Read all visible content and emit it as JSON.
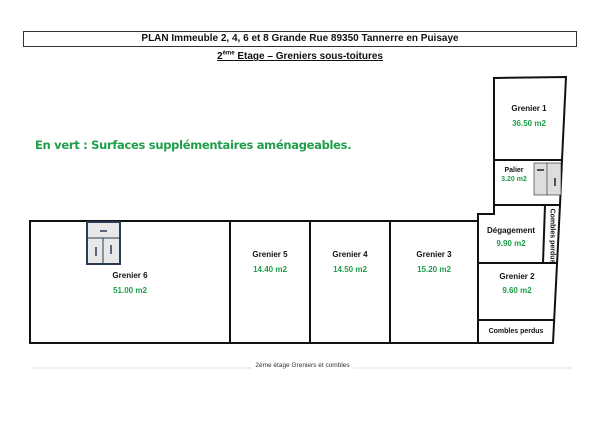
{
  "header": {
    "title": "PLAN Immeuble 2, 4, 6 et 8 Grande Rue 89350 Tannerre en Puisaye",
    "subtitle_num": "2",
    "subtitle_sup": "ème",
    "subtitle_rest": " Etage – Greniers sous-toitures"
  },
  "legend": "En vert : Surfaces supplémentaires aménageables.",
  "rooms": [
    {
      "name": "Grenier 1",
      "area": "36.50 m2"
    },
    {
      "name": "Palier",
      "area": "3.20 m2"
    },
    {
      "name": "Dégagement",
      "area": "9.90 m2"
    },
    {
      "name": "Combles perdus"
    },
    {
      "name": "Grenier 2",
      "area": "9.60 m2"
    },
    {
      "name": "Combles perdus"
    },
    {
      "name": "Grenier 3",
      "area": "15.20 m2"
    },
    {
      "name": "Grenier 4",
      "area": "14.50 m2"
    },
    {
      "name": "Grenier 5",
      "area": "14.40 m2"
    },
    {
      "name": "Grenier 6",
      "area": "51.00 m2"
    }
  ],
  "footer": "2ème étage Greniers et combles",
  "colors": {
    "green": "#1f9e4a",
    "walls": "#111111",
    "stairs": "#2b3a55"
  }
}
